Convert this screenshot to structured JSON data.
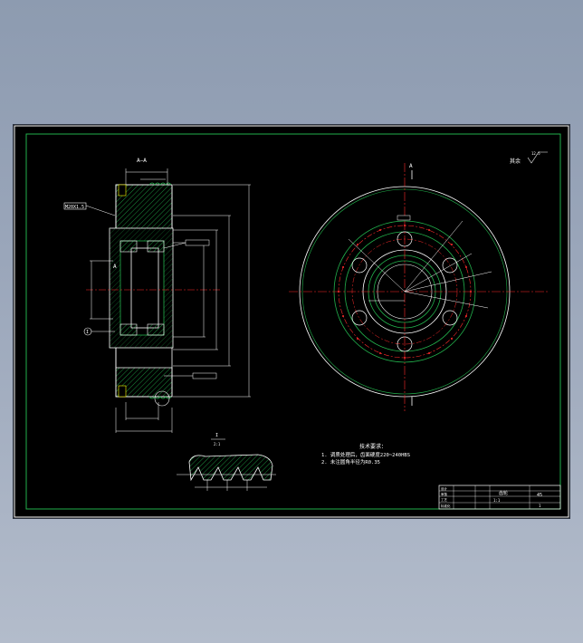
{
  "drawing": {
    "section_label": "A—A",
    "detail_label": "I",
    "detail_scale": "2:1",
    "roughness_general": "其余",
    "roughness_value": "12.5",
    "datum_label": "A",
    "keyway_callout": "M20X1.5",
    "datum_callout": "A",
    "circle_marker": "I"
  },
  "tech_requirements": {
    "title": "技术要求：",
    "items": [
      "1. 调质处理后，齿面硬度220~240HBS",
      "2. 未注圆角半径为R0.35"
    ]
  },
  "title_block": {
    "part_name": "齿轮",
    "material": "45",
    "scale": "1:1",
    "sheet": "1",
    "row_labels": [
      "设计",
      "审核",
      "工艺",
      "标准化"
    ]
  },
  "colors": {
    "background": "#000000",
    "frame": "#22b14c",
    "outline": "#ffffff",
    "center_line": "#ff2b2b",
    "hatch": "#22b14c",
    "dimension": "#ffffff",
    "hidden": "#ffff00"
  }
}
